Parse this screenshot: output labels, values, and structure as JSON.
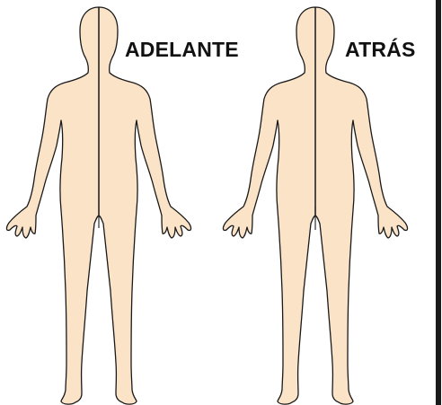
{
  "labels": {
    "front": "ADELANTE",
    "back": "ATRÁS"
  },
  "colors": {
    "skin": "#FBE3C8",
    "outline": "#1a1a1a",
    "label": "#111111",
    "right_rule": "#1a1a1a"
  },
  "figures": [
    {
      "name": "front-body-figure",
      "view": "front"
    },
    {
      "name": "back-body-figure",
      "view": "back"
    }
  ]
}
